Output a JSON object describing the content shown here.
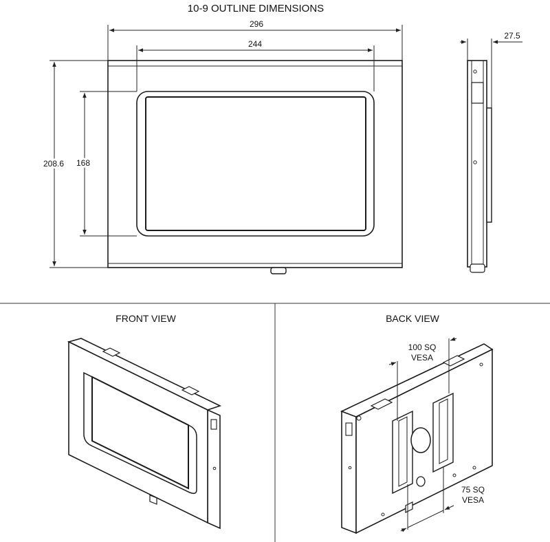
{
  "title": "10-9 OUTLINE DIMENSIONS",
  "dimensions": {
    "overall_width": "296",
    "screen_width": "244",
    "overall_height": "208.6",
    "screen_height": "168",
    "depth": "27.5"
  },
  "views": {
    "front_title": "FRONT VIEW",
    "back_title": "BACK VIEW"
  },
  "callouts": {
    "vesa100_line1": "100 SQ",
    "vesa100_line2": "VESA",
    "vesa75_line1": "75 SQ",
    "vesa75_line2": "VESA"
  }
}
